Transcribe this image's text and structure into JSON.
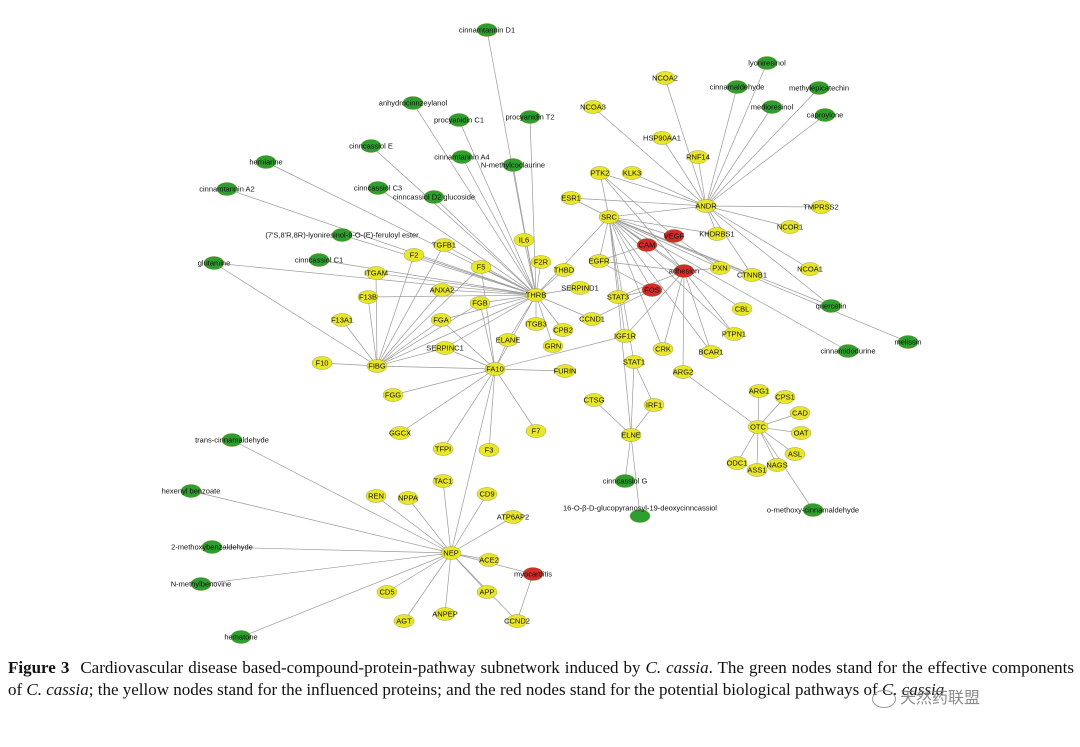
{
  "colors": {
    "compound": "#2e9e2e",
    "protein": "#e8e62a",
    "pathway": "#d42a2a",
    "edge": "#9a9a9a"
  },
  "network": {
    "nodes": [
      {
        "id": "cinnamtannin D1",
        "type": "compound"
      },
      {
        "id": "lyoniresinol",
        "type": "compound"
      },
      {
        "id": "NCOA2",
        "type": "protein"
      },
      {
        "id": "cinnamaldehyde",
        "type": "compound"
      },
      {
        "id": "methylepicatechin",
        "type": "compound"
      },
      {
        "id": "anhydrocinnzeylanol",
        "type": "compound"
      },
      {
        "id": "NCOA3",
        "type": "protein"
      },
      {
        "id": "medioresinol",
        "type": "compound"
      },
      {
        "id": "procyanidin C1",
        "type": "compound"
      },
      {
        "id": "procyanidin T2",
        "type": "compound"
      },
      {
        "id": "caproylone",
        "type": "compound"
      },
      {
        "id": "HSP90AA1",
        "type": "protein"
      },
      {
        "id": "cinncassiol E",
        "type": "compound"
      },
      {
        "id": "RNF14",
        "type": "protein"
      },
      {
        "id": "herniarine",
        "type": "compound"
      },
      {
        "id": "cinnamtannin A4",
        "type": "compound"
      },
      {
        "id": "N-methylcoclaurine",
        "type": "compound"
      },
      {
        "id": "PTK2",
        "type": "protein"
      },
      {
        "id": "KLK3",
        "type": "protein"
      },
      {
        "id": "cinnamtannin A2",
        "type": "compound"
      },
      {
        "id": "cinncassiol C3",
        "type": "compound"
      },
      {
        "id": "ANDR",
        "type": "protein"
      },
      {
        "id": "cinncassiol D2 glucoside",
        "type": "compound"
      },
      {
        "id": "ESR1",
        "type": "protein"
      },
      {
        "id": "TMPRSS2",
        "type": "protein"
      },
      {
        "id": "SRC",
        "type": "protein"
      },
      {
        "id": "(7'S,8'R,8R)-lyoniresinol-9-O-(E)-feruloyl ester",
        "type": "compound"
      },
      {
        "id": "KHDRBS1",
        "type": "protein"
      },
      {
        "id": "NCOR1",
        "type": "protein"
      },
      {
        "id": "IL6",
        "type": "protein"
      },
      {
        "id": "TGFB1",
        "type": "protein"
      },
      {
        "id": "CAM",
        "type": "pathway"
      },
      {
        "id": "VEGF",
        "type": "pathway"
      },
      {
        "id": "F2",
        "type": "protein"
      },
      {
        "id": "EGFR",
        "type": "protein"
      },
      {
        "id": "F2R",
        "type": "protein"
      },
      {
        "id": "glutamine",
        "type": "compound"
      },
      {
        "id": "cinncassiol C1",
        "type": "compound"
      },
      {
        "id": "F5",
        "type": "protein"
      },
      {
        "id": "adhesion",
        "type": "pathway"
      },
      {
        "id": "PXN",
        "type": "protein"
      },
      {
        "id": "NCOA1",
        "type": "protein"
      },
      {
        "id": "ITGAM",
        "type": "protein"
      },
      {
        "id": "THBD",
        "type": "protein"
      },
      {
        "id": "CTNNB1",
        "type": "protein"
      },
      {
        "id": "SERPIND1",
        "type": "protein"
      },
      {
        "id": "ANXA2",
        "type": "protein"
      },
      {
        "id": "FOS",
        "type": "pathway"
      },
      {
        "id": "F13B",
        "type": "protein"
      },
      {
        "id": "THRB",
        "type": "protein"
      },
      {
        "id": "STAT3",
        "type": "protein"
      },
      {
        "id": "quercetin",
        "type": "compound"
      },
      {
        "id": "FGB",
        "type": "protein"
      },
      {
        "id": "CBL",
        "type": "protein"
      },
      {
        "id": "F13A1",
        "type": "protein"
      },
      {
        "id": "FGA",
        "type": "protein"
      },
      {
        "id": "CCND1",
        "type": "protein"
      },
      {
        "id": "ITGB3",
        "type": "protein"
      },
      {
        "id": "CPB2",
        "type": "protein"
      },
      {
        "id": "IGF1R",
        "type": "protein"
      },
      {
        "id": "PTPN1",
        "type": "protein"
      },
      {
        "id": "ELANE",
        "type": "protein"
      },
      {
        "id": "SERPINC1",
        "type": "protein"
      },
      {
        "id": "GRN",
        "type": "protein"
      },
      {
        "id": "CRK",
        "type": "protein"
      },
      {
        "id": "BCAR1",
        "type": "protein"
      },
      {
        "id": "cinnamidodurine",
        "type": "compound"
      },
      {
        "id": "melissin",
        "type": "compound"
      },
      {
        "id": "F10",
        "type": "protein"
      },
      {
        "id": "FIBG",
        "type": "protein"
      },
      {
        "id": "STAT1",
        "type": "protein"
      },
      {
        "id": "FA10",
        "type": "protein"
      },
      {
        "id": "FURIN",
        "type": "protein"
      },
      {
        "id": "ARG2",
        "type": "protein"
      },
      {
        "id": "ARG1",
        "type": "protein"
      },
      {
        "id": "CPS1",
        "type": "protein"
      },
      {
        "id": "FGG",
        "type": "protein"
      },
      {
        "id": "CTSG",
        "type": "protein"
      },
      {
        "id": "IRF1",
        "type": "protein"
      },
      {
        "id": "CAD",
        "type": "protein"
      },
      {
        "id": "OTC",
        "type": "protein"
      },
      {
        "id": "OAT",
        "type": "protein"
      },
      {
        "id": "GGCX",
        "type": "protein"
      },
      {
        "id": "F7",
        "type": "protein"
      },
      {
        "id": "ELNE",
        "type": "protein"
      },
      {
        "id": "TFPI",
        "type": "protein"
      },
      {
        "id": "F3",
        "type": "protein"
      },
      {
        "id": "trans-cinnamaldehyde",
        "type": "compound"
      },
      {
        "id": "ASL",
        "type": "protein"
      },
      {
        "id": "ODC1",
        "type": "protein"
      },
      {
        "id": "NAGS",
        "type": "protein"
      },
      {
        "id": "ASS1",
        "type": "protein"
      },
      {
        "id": "cinncassiol G",
        "type": "compound"
      },
      {
        "id": "TAC1",
        "type": "protein"
      },
      {
        "id": "hexenyl benzoate",
        "type": "compound"
      },
      {
        "id": "REN",
        "type": "protein"
      },
      {
        "id": "NPPA",
        "type": "protein"
      },
      {
        "id": "CD9",
        "type": "protein"
      },
      {
        "id": "o-methoxy-cinnamaldehyde",
        "type": "compound"
      },
      {
        "id": "16-O-β-D-glucopyranosyl-19-deoxycinncassiol",
        "type": "compound"
      },
      {
        "id": "ATP6AP2",
        "type": "protein"
      },
      {
        "id": "NEP",
        "type": "protein"
      },
      {
        "id": "2-methoxybenzaldehyde",
        "type": "compound"
      },
      {
        "id": "ACE2",
        "type": "protein"
      },
      {
        "id": "myocarditis",
        "type": "pathway"
      },
      {
        "id": "N-methylbenovine",
        "type": "compound"
      },
      {
        "id": "CD5",
        "type": "protein"
      },
      {
        "id": "APP",
        "type": "protein"
      },
      {
        "id": "AGT",
        "type": "protein"
      },
      {
        "id": "ANPEP",
        "type": "protein"
      },
      {
        "id": "CCND2",
        "type": "protein"
      },
      {
        "id": "hematone",
        "type": "compound"
      }
    ],
    "edges": [
      [
        "THRB",
        "cinnamtannin D1"
      ],
      [
        "THRB",
        "anhydrocinnzeylanol"
      ],
      [
        "THRB",
        "procyanidin C1"
      ],
      [
        "THRB",
        "procyanidin T2"
      ],
      [
        "THRB",
        "cinncassiol E"
      ],
      [
        "THRB",
        "herniarine"
      ],
      [
        "THRB",
        "cinnamtannin A4"
      ],
      [
        "THRB",
        "N-methylcoclaurine"
      ],
      [
        "THRB",
        "cinnamtannin A2"
      ],
      [
        "THRB",
        "cinncassiol C3"
      ],
      [
        "THRB",
        "cinncassiol D2 glucoside"
      ],
      [
        "THRB",
        "(7'S,8'R,8R)-lyoniresinol-9-O-(E)-feruloyl ester"
      ],
      [
        "THRB",
        "cinncassiol C1"
      ],
      [
        "THRB",
        "glutamine"
      ],
      [
        "THRB",
        "IL6"
      ],
      [
        "THRB",
        "TGFB1"
      ],
      [
        "THRB",
        "F2"
      ],
      [
        "THRB",
        "F2R"
      ],
      [
        "THRB",
        "F5"
      ],
      [
        "THRB",
        "ITGAM"
      ],
      [
        "THRB",
        "THBD"
      ],
      [
        "THRB",
        "SERPIND1"
      ],
      [
        "THRB",
        "ANXA2"
      ],
      [
        "THRB",
        "FGB"
      ],
      [
        "THRB",
        "FGA"
      ],
      [
        "THRB",
        "ITGB3"
      ],
      [
        "THRB",
        "CPB2"
      ],
      [
        "THRB",
        "CCND1"
      ],
      [
        "THRB",
        "ELANE"
      ],
      [
        "THRB",
        "GRN"
      ],
      [
        "THRB",
        "SERPINC1"
      ],
      [
        "THRB",
        "FIBG"
      ],
      [
        "THRB",
        "FA10"
      ],
      [
        "THRB",
        "SRC"
      ],
      [
        "THRB",
        "F13B"
      ],
      [
        "ANDR",
        "NCOA2"
      ],
      [
        "ANDR",
        "NCOA3"
      ],
      [
        "ANDR",
        "HSP90AA1"
      ],
      [
        "ANDR",
        "RNF14"
      ],
      [
        "ANDR",
        "lyoniresinol"
      ],
      [
        "ANDR",
        "cinnamaldehyde"
      ],
      [
        "ANDR",
        "methylepicatechin"
      ],
      [
        "ANDR",
        "medioresinol"
      ],
      [
        "ANDR",
        "caproylone"
      ],
      [
        "ANDR",
        "TMPRSS2"
      ],
      [
        "ANDR",
        "NCOR1"
      ],
      [
        "ANDR",
        "NCOA1"
      ],
      [
        "ANDR",
        "KHDRBS1"
      ],
      [
        "ANDR",
        "CTNNB1"
      ],
      [
        "ANDR",
        "SRC"
      ],
      [
        "ANDR",
        "PTK2"
      ],
      [
        "ANDR",
        "KLK3"
      ],
      [
        "ANDR",
        "quercetin"
      ],
      [
        "ANDR",
        "ESR1"
      ],
      [
        "SRC",
        "ESR1"
      ],
      [
        "SRC",
        "PTK2"
      ],
      [
        "SRC",
        "EGFR"
      ],
      [
        "SRC",
        "STAT3"
      ],
      [
        "SRC",
        "CAM"
      ],
      [
        "SRC",
        "VEGF"
      ],
      [
        "SRC",
        "adhesion"
      ],
      [
        "SRC",
        "FOS"
      ],
      [
        "SRC",
        "KHDRBS1"
      ],
      [
        "SRC",
        "quercetin"
      ],
      [
        "SRC",
        "PXN"
      ],
      [
        "SRC",
        "CBL"
      ],
      [
        "SRC",
        "melissin"
      ],
      [
        "SRC",
        "cinnamidodurine"
      ],
      [
        "SRC",
        "IGF1R"
      ],
      [
        "SRC",
        "CRK"
      ],
      [
        "SRC",
        "BCAR1"
      ],
      [
        "SRC",
        "PTPN1"
      ],
      [
        "SRC",
        "STAT1"
      ],
      [
        "SRC",
        "CTNNB1"
      ],
      [
        "adhesion",
        "PTK2"
      ],
      [
        "adhesion",
        "PXN"
      ],
      [
        "adhesion",
        "CRK"
      ],
      [
        "adhesion",
        "BCAR1"
      ],
      [
        "adhesion",
        "STAT3"
      ],
      [
        "adhesion",
        "IGF1R"
      ],
      [
        "adhesion",
        "PTPN1"
      ],
      [
        "adhesion",
        "ARG2"
      ],
      [
        "adhesion",
        "EGFR"
      ],
      [
        "FOS",
        "CCND1"
      ],
      [
        "FOS",
        "STAT3"
      ],
      [
        "FOS",
        "EGFR"
      ],
      [
        "CAM",
        "EGFR"
      ],
      [
        "VEGF",
        "PTK2"
      ],
      [
        "VEGF",
        "PXN"
      ],
      [
        "STAT1",
        "ELNE"
      ],
      [
        "STAT1",
        "IRF1"
      ],
      [
        "ELNE",
        "CTSG"
      ],
      [
        "ELNE",
        "IRF1"
      ],
      [
        "ELNE",
        "cinncassiol G"
      ],
      [
        "ELNE",
        "16-O-β-D-glucopyranosyl-19-deoxycinncassiol"
      ],
      [
        "ELNE",
        "STAT3"
      ],
      [
        "OTC",
        "ARG1"
      ],
      [
        "OTC",
        "CPS1"
      ],
      [
        "OTC",
        "CAD"
      ],
      [
        "OTC",
        "OAT"
      ],
      [
        "OTC",
        "ASL"
      ],
      [
        "OTC",
        "ODC1"
      ],
      [
        "OTC",
        "NAGS"
      ],
      [
        "OTC",
        "ASS1"
      ],
      [
        "OTC",
        "ARG2"
      ],
      [
        "OTC",
        "o-methoxy-cinnamaldehyde"
      ],
      [
        "FIBG",
        "F10"
      ],
      [
        "FIBG",
        "F13A1"
      ],
      [
        "FIBG",
        "F13B"
      ],
      [
        "FIBG",
        "ITGAM"
      ],
      [
        "FIBG",
        "ANXA2"
      ],
      [
        "FIBG",
        "FGA"
      ],
      [
        "FIBG",
        "FGB"
      ],
      [
        "FIBG",
        "SERPINC1"
      ],
      [
        "FIBG",
        "F2"
      ],
      [
        "FIBG",
        "glutamine"
      ],
      [
        "FIBG",
        "F5"
      ],
      [
        "FIBG",
        "TGFB1"
      ],
      [
        "FA10",
        "FGG"
      ],
      [
        "FA10",
        "GGCX"
      ],
      [
        "FA10",
        "TFPI"
      ],
      [
        "FA10",
        "F3"
      ],
      [
        "FA10",
        "F7"
      ],
      [
        "FA10",
        "FURIN"
      ],
      [
        "FA10",
        "SERPINC1"
      ],
      [
        "FA10",
        "FGA"
      ],
      [
        "FA10",
        "FGB"
      ],
      [
        "FA10",
        "F5"
      ],
      [
        "FA10",
        "ELANE"
      ],
      [
        "FA10",
        "FIBG"
      ],
      [
        "FA10",
        "IGF1R"
      ],
      [
        "NEP",
        "trans-cinnamaldehyde"
      ],
      [
        "NEP",
        "hexenyl benzoate"
      ],
      [
        "NEP",
        "2-methoxybenzaldehyde"
      ],
      [
        "NEP",
        "N-methylbenovine"
      ],
      [
        "NEP",
        "hematone"
      ],
      [
        "NEP",
        "REN"
      ],
      [
        "NEP",
        "NPPA"
      ],
      [
        "NEP",
        "TAC1"
      ],
      [
        "NEP",
        "CD9"
      ],
      [
        "NEP",
        "ATP6AP2"
      ],
      [
        "NEP",
        "ACE2"
      ],
      [
        "NEP",
        "APP"
      ],
      [
        "NEP",
        "CD5"
      ],
      [
        "NEP",
        "AGT"
      ],
      [
        "NEP",
        "ANPEP"
      ],
      [
        "NEP",
        "CCND2"
      ],
      [
        "NEP",
        "myocarditis"
      ],
      [
        "myocarditis",
        "CCND2"
      ],
      [
        "NEP",
        "FA10"
      ]
    ]
  },
  "caption": {
    "figure_label": "Figure 3",
    "text_1": "Cardiovascular disease based-compound-protein-pathway subnetwork induced by ",
    "species_1": "C. cassia",
    "text_2": ". The green nodes stand for the effective components of ",
    "species_2": "C. cassia",
    "text_3": "; the yellow nodes stand for the influenced proteins; and the red nodes stand for the potential biological pathways of ",
    "species_3": "C. cassia"
  },
  "watermark": {
    "text": "天然药联盟"
  }
}
